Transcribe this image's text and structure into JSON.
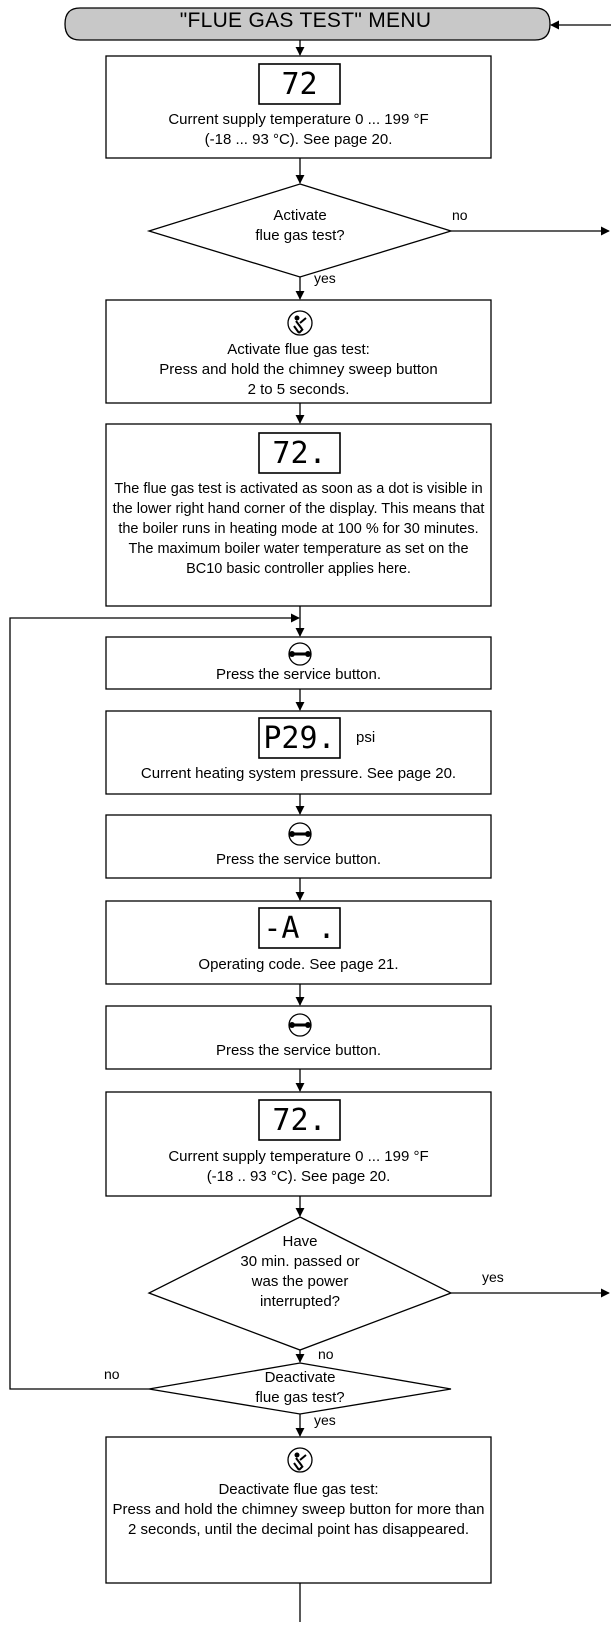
{
  "title": "\"FLUE GAS TEST\" MENU",
  "steps": {
    "s1": {
      "display": "72",
      "text": "Current supply temperature 0 ... 199 °F\n(-18 ... 93 °C). See page 20."
    },
    "d1": {
      "text": "Activate\nflue gas test?",
      "no": "no",
      "yes": "yes"
    },
    "s2": {
      "icon": "chimney-sweep-icon",
      "text": "Activate flue gas test:\nPress and hold the chimney sweep button\n2 to 5 seconds."
    },
    "s3": {
      "display": "72.",
      "text": "The flue gas test is activated as soon as a dot is visible in the lower right hand corner of the display. This means that the boiler runs in heating mode at 100 % for 30 minutes. The maximum boiler water temperature as set on the BC10 basic controller applies here."
    },
    "s4": {
      "icon": "wrench-icon",
      "text": "Press the service button."
    },
    "s5": {
      "display": "P29.",
      "unit": "psi",
      "text": "Current heating system pressure. See page 20."
    },
    "s6": {
      "icon": "wrench-icon",
      "text": "Press the service button."
    },
    "s7": {
      "display": "-A .",
      "text": "Operating code. See page 21."
    },
    "s8": {
      "icon": "wrench-icon",
      "text": "Press the service button."
    },
    "s9": {
      "display": "72.",
      "text": "Current supply temperature 0 ... 199 °F\n(-18 .. 93 °C). See page 20."
    },
    "d2": {
      "text": "Have\n30 min. passed or\nwas the power\ninterrupted?",
      "yes": "yes",
      "no": "no"
    },
    "d3": {
      "text": "Deactivate\nflue gas test?",
      "no": "no",
      "yes": "yes"
    },
    "s10": {
      "icon": "chimney-sweep-icon",
      "text": "Deactivate flue gas test:\nPress and hold the chimney sweep button for more than 2 seconds, until the decimal point has disappeared."
    }
  },
  "colors": {
    "header_fill": "#c8c8c8",
    "line": "#000000",
    "display_fill": "#ffffff"
  }
}
